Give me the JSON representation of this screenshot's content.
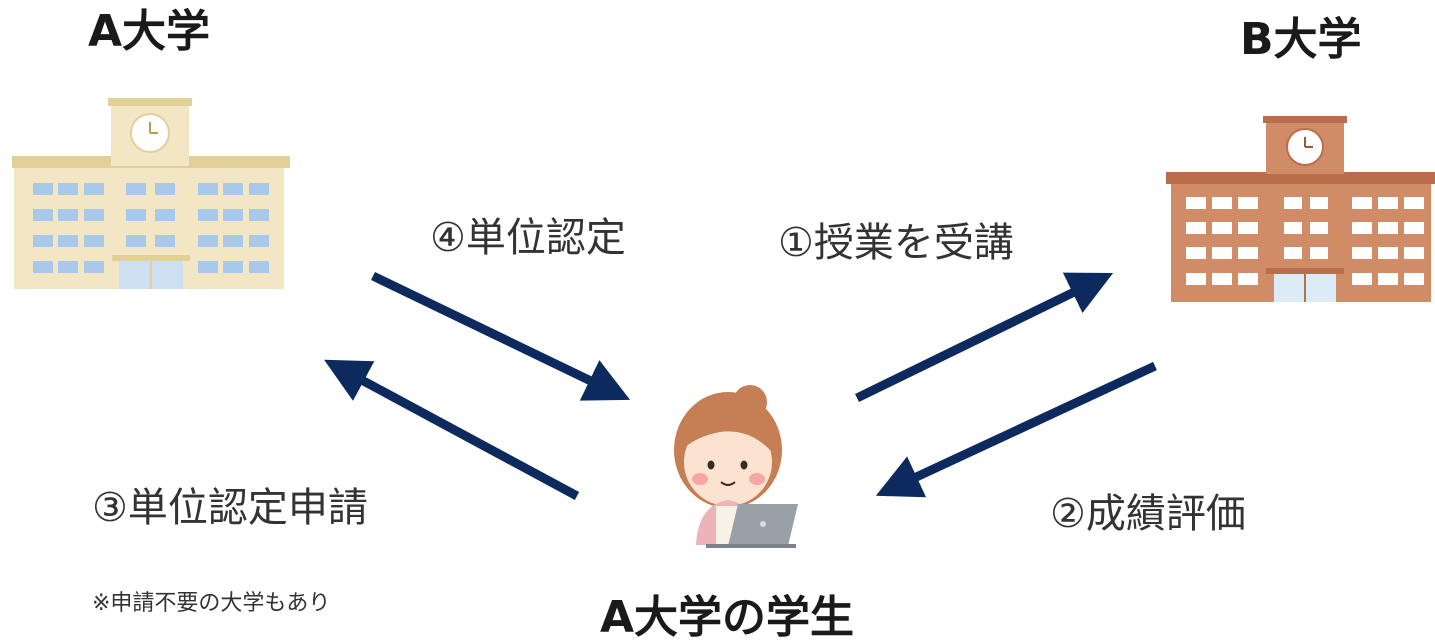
{
  "labels": {
    "univ_a": "A大学",
    "univ_b": "B大学",
    "student": "A大学の学生",
    "step1": "①授業を受講",
    "step2": "②成績評価",
    "step3": "③単位認定申請",
    "step4": "④単位認定",
    "note": "※申請不要の大学もあり"
  },
  "colors": {
    "arrow": "#0d2a5e",
    "univ_a_wall": "#f2e6c4",
    "univ_a_roof": "#e3cf98",
    "univ_b_wall": "#d08c66",
    "univ_b_roof": "#b86e48",
    "window": "#a9c9ea"
  },
  "icons": [
    "school-building-icon",
    "student-with-laptop-icon"
  ]
}
